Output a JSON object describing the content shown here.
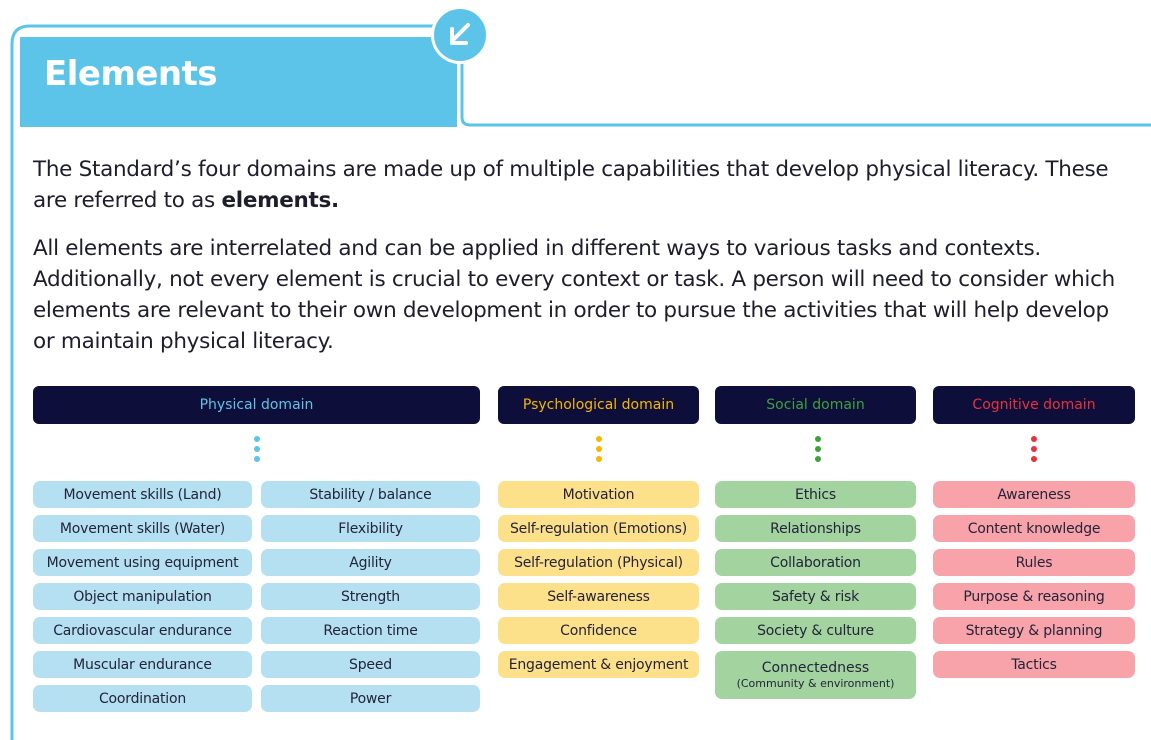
{
  "section": {
    "title": "Elements"
  },
  "intro": {
    "para1_text": "The Standard’s four domains are made up of multiple capabilities that develop physical literacy. These are referred to as ",
    "para1_bold": "elements.",
    "para2": "All elements are interrelated and can be applied in different ways to various tasks and contexts. Additionally, not every element is crucial to every context or task. A person will need to consider which elements are relevant to their own development in order to pursue the activities that will help develop or maintain physical literacy."
  },
  "colors": {
    "accent": "#5bc4e8",
    "header_bg": "#0e0e3a",
    "physical": "#5bc4e8",
    "psychological": "#f5b700",
    "social": "#3da23a",
    "cognitive": "#e8323c"
  },
  "domains": {
    "physical": {
      "label": "Physical domain",
      "col1": [
        "Movement skills (Land)",
        "Movement skills (Water)",
        "Movement using equipment",
        "Object manipulation",
        "Cardiovascular endurance",
        "Muscular endurance",
        "Coordination"
      ],
      "col2": [
        "Stability / balance",
        "Flexibility",
        "Agility",
        "Strength",
        "Reaction time",
        "Speed",
        "Power"
      ]
    },
    "psychological": {
      "label": "Psychological domain",
      "items": [
        "Motivation",
        "Self-regulation (Emotions)",
        "Self-regulation (Physical)",
        "Self-awareness",
        "Confidence",
        "Engagement & enjoyment"
      ]
    },
    "social": {
      "label": "Social domain",
      "items": [
        "Ethics",
        "Relationships",
        "Collaboration",
        "Safety & risk",
        "Society & culture"
      ],
      "last_item": "Connectedness",
      "last_item_sub": "(Community & environment)"
    },
    "cognitive": {
      "label": "Cognitive domain",
      "items": [
        "Awareness",
        "Content knowledge",
        "Rules",
        "Purpose & reasoning",
        "Strategy & planning",
        "Tactics"
      ]
    }
  }
}
